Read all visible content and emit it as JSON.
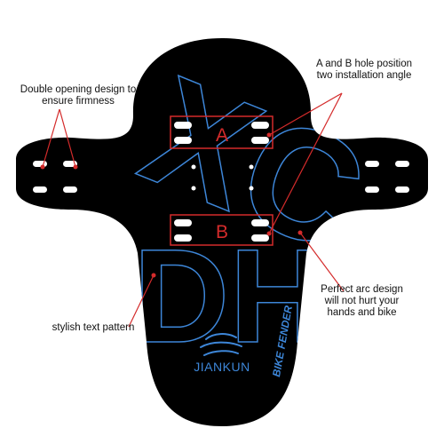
{
  "colors": {
    "fender": "#000000",
    "pattern": "#3d86d8",
    "accent": "#d42b2b",
    "hole": "#ffffff"
  },
  "callouts": {
    "double_opening": {
      "line1": "Double opening design to",
      "line2": "ensure firmness"
    },
    "hole_position": {
      "line1": "A and B hole position",
      "line2": "two installation angle"
    },
    "arc_design": {
      "line1": "Perfect arc design",
      "line2": "will not hurt your",
      "line3": "hands and bike"
    },
    "text_pattern": {
      "line1": "stylish text pattern"
    }
  },
  "fender": {
    "hole_label_a": "A",
    "hole_label_b": "B",
    "pattern_text_top": "XC",
    "pattern_text_bottom": "DH",
    "side_text": "BIKE FENDER",
    "brand": "JIANKUN",
    "logo_icon": "bird-wave-logo-icon"
  }
}
